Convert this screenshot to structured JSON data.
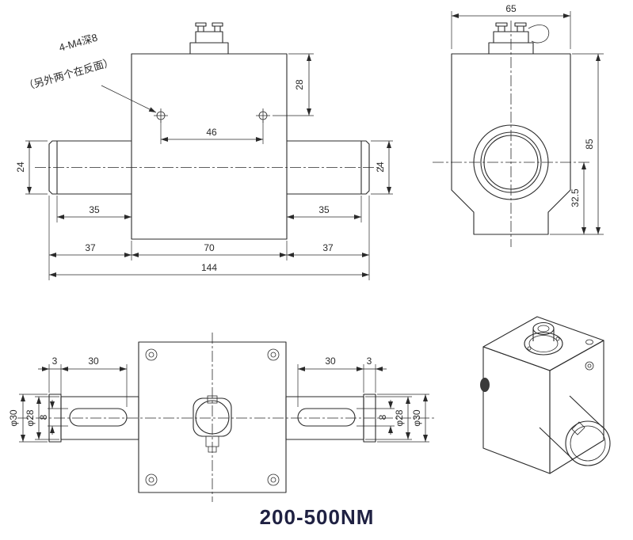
{
  "title": "200-500NM",
  "colors": {
    "line": "#2a2a2a",
    "title": "#1f2142"
  },
  "front_view": {
    "note_line1": "4-M4深8",
    "note_line2": "（另外两个在反面）",
    "dim_28": "28",
    "dim_46": "46",
    "dim_24_left": "24",
    "dim_24_right": "24",
    "dim_35_left": "35",
    "dim_35_right": "35",
    "dim_37_left": "37",
    "dim_70": "70",
    "dim_37_right": "37",
    "dim_144": "144"
  },
  "side_view": {
    "dim_65": "65",
    "dim_85": "85",
    "dim_32_5": "32.5"
  },
  "bottom_view": {
    "dim_3_left": "3",
    "dim_30_left": "30",
    "dim_30_right": "30",
    "dim_3_right": "3",
    "dim_phi30_left": "φ30",
    "dim_phi28_left": "φ28",
    "dim_8_left": "8",
    "dim_8_right": "8",
    "dim_phi28_right": "φ28",
    "dim_phi30_right": "φ30"
  }
}
